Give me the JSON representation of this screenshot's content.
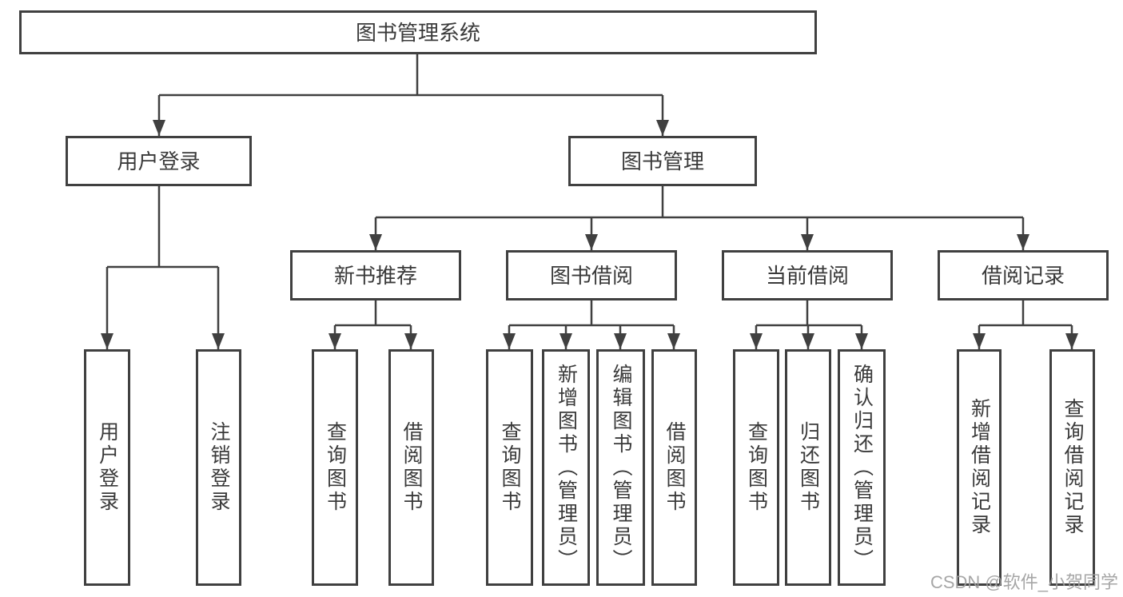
{
  "diagram": {
    "root": {
      "label": "图书管理系统"
    },
    "branches": [
      {
        "label": "用户登录",
        "children": [
          {
            "label": "用户登录"
          },
          {
            "label": "注销登录"
          }
        ]
      },
      {
        "label": "图书管理",
        "children": [
          {
            "label": "新书推荐",
            "children": [
              {
                "label": "查询图书"
              },
              {
                "label": "借阅图书"
              }
            ]
          },
          {
            "label": "图书借阅",
            "children": [
              {
                "label": "查询图书"
              },
              {
                "label": "新增图书（管理员）"
              },
              {
                "label": "编辑图书（管理员）"
              },
              {
                "label": "借阅图书"
              }
            ]
          },
          {
            "label": "当前借阅",
            "children": [
              {
                "label": "查询图书"
              },
              {
                "label": "归还图书"
              },
              {
                "label": "确认归还（管理员）"
              }
            ]
          },
          {
            "label": "借阅记录",
            "children": [
              {
                "label": "新增借阅记录"
              },
              {
                "label": "查询借阅记录"
              }
            ]
          }
        ]
      }
    ]
  },
  "watermark": {
    "text": "CSDN @软件_小贺同学"
  },
  "colors": {
    "line": "#404040",
    "box_border": "#404040",
    "text": "#3a3a3a",
    "watermark": "#9e9e9e",
    "background": "#ffffff"
  }
}
